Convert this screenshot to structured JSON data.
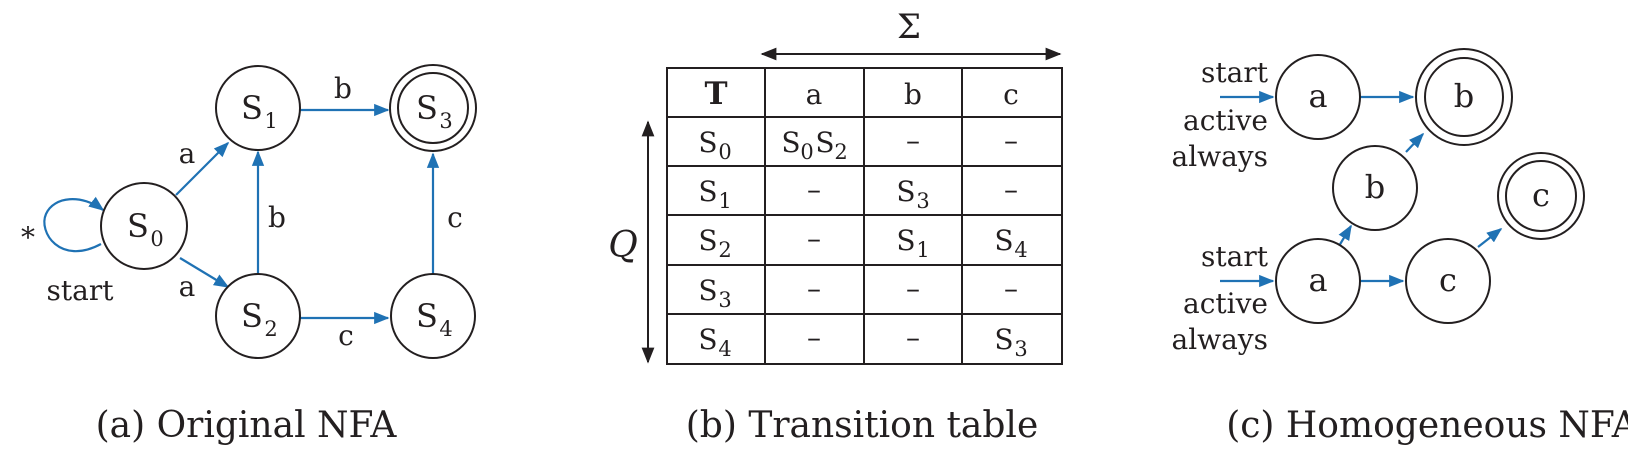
{
  "panel_a": {
    "caption": "(a) Original NFA",
    "states": [
      {
        "id": "S0",
        "base": "S",
        "sub": "0",
        "accepting": false
      },
      {
        "id": "S1",
        "base": "S",
        "sub": "1",
        "accepting": false
      },
      {
        "id": "S2",
        "base": "S",
        "sub": "2",
        "accepting": false
      },
      {
        "id": "S3",
        "base": "S",
        "sub": "3",
        "accepting": true
      },
      {
        "id": "S4",
        "base": "S",
        "sub": "4",
        "accepting": false
      }
    ],
    "edges": [
      {
        "from": "S0",
        "to": "S1",
        "label": "a"
      },
      {
        "from": "S0",
        "to": "S2",
        "label": "a"
      },
      {
        "from": "S2",
        "to": "S1",
        "label": "b"
      },
      {
        "from": "S1",
        "to": "S3",
        "label": "b"
      },
      {
        "from": "S2",
        "to": "S4",
        "label": "c"
      },
      {
        "from": "S4",
        "to": "S3",
        "label": "c"
      },
      {
        "from": "S0",
        "to": "S0",
        "label": "*"
      }
    ],
    "start_label": "start",
    "self_loop_label": "*"
  },
  "panel_b": {
    "caption": "(b) Transition table",
    "sigma_label": "Σ",
    "q_label": "Q",
    "header": [
      "T",
      "a",
      "b",
      "c"
    ],
    "rows": [
      {
        "state": [
          "S",
          "0"
        ],
        "cells": [
          [
            [
              "S",
              "0"
            ],
            [
              "S",
              "2"
            ]
          ],
          "–",
          "–"
        ]
      },
      {
        "state": [
          "S",
          "1"
        ],
        "cells": [
          "–",
          [
            [
              "S",
              "3"
            ]
          ],
          "–"
        ]
      },
      {
        "state": [
          "S",
          "2"
        ],
        "cells": [
          "–",
          [
            [
              "S",
              "1"
            ]
          ],
          [
            [
              "S",
              "4"
            ]
          ]
        ]
      },
      {
        "state": [
          "S",
          "3"
        ],
        "cells": [
          "–",
          "–",
          "–"
        ]
      },
      {
        "state": [
          "S",
          "4"
        ],
        "cells": [
          "–",
          "–",
          [
            [
              "S",
              "3"
            ]
          ]
        ]
      }
    ]
  },
  "panel_c": {
    "caption": "(c) Homogeneous NFA",
    "start_label": "start",
    "active_label": "active",
    "always_label": "always",
    "nodes": [
      {
        "id": "a1",
        "label": "a",
        "accepting": false
      },
      {
        "id": "b1",
        "label": "b",
        "accepting": true
      },
      {
        "id": "b2",
        "label": "b",
        "accepting": false
      },
      {
        "id": "c1",
        "label": "c",
        "accepting": true
      },
      {
        "id": "a2",
        "label": "a",
        "accepting": false
      },
      {
        "id": "c2",
        "label": "c",
        "accepting": false
      }
    ]
  },
  "colors": {
    "edge": "#1f72b4",
    "ink": "#231f20",
    "background": "#ffffff"
  }
}
